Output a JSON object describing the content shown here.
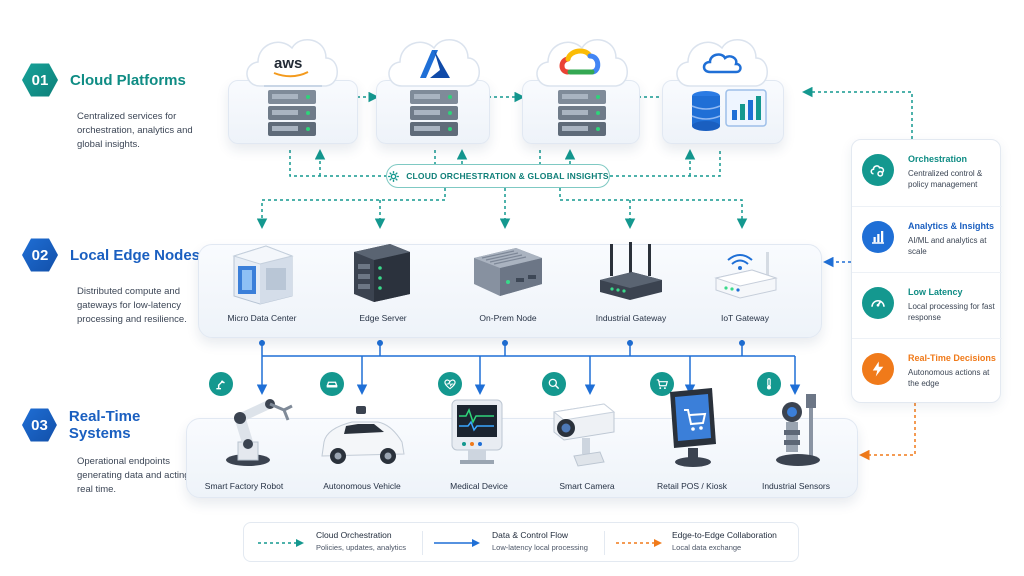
{
  "tiers": [
    {
      "num": "01",
      "title": "Cloud Platforms",
      "desc": "Centralized services for orchestration, analytics and global insights."
    },
    {
      "num": "02",
      "title": "Local Edge Nodes",
      "desc": "Distributed compute and gateways for low-latency processing and resilience."
    },
    {
      "num": "03",
      "title": "Real-Time Systems",
      "desc": "Operational endpoints generating data and acting in real time."
    }
  ],
  "clouds": [
    {
      "logo_text": "aws",
      "icon": "aws-logo-icon"
    },
    {
      "icon": "azure-logo-icon"
    },
    {
      "icon": "google-cloud-logo-icon"
    },
    {
      "icon": "cloud-outline-icon"
    }
  ],
  "orchestration_label": "CLOUD ORCHESTRATION & GLOBAL INSIGHTS",
  "edge_nodes": [
    "Micro Data Center",
    "Edge Server",
    "On-Prem Node",
    "Industrial Gateway",
    "IoT Gateway"
  ],
  "devices": [
    "Smart Factory Robot",
    "Autonomous Vehicle",
    "Medical Device",
    "Smart Camera",
    "Retail POS / Kiosk",
    "Industrial Sensors"
  ],
  "benefits": [
    {
      "title": "Orchestration",
      "desc": "Centralized control & policy management",
      "color": "#0f8c84",
      "icon": "cloud-gear-icon"
    },
    {
      "title": "Analytics & Insights",
      "desc": "AI/ML and analytics at scale",
      "color": "#1a5fc0",
      "icon": "bar-chart-icon"
    },
    {
      "title": "Low Latency",
      "desc": "Local processing for fast response",
      "color": "#0f8c84",
      "icon": "speedometer-icon"
    },
    {
      "title": "Real-Time Decisions",
      "desc": "Autonomous actions at the edge",
      "color": "#f07a1a",
      "icon": "lightning-icon"
    }
  ],
  "legend": [
    {
      "title": "Cloud Orchestration",
      "sub": "Policies, updates, analytics",
      "color": "#14988f"
    },
    {
      "title": "Data & Control Flow",
      "sub": "Low-latency local processing",
      "color": "#1f6fd6"
    },
    {
      "title": "Edge-to-Edge Collaboration",
      "sub": "Local data exchange",
      "color": "#f07a1a"
    }
  ],
  "colors": {
    "teal": "#14988f",
    "blue": "#1f6fd6",
    "orange": "#f07a1a"
  }
}
